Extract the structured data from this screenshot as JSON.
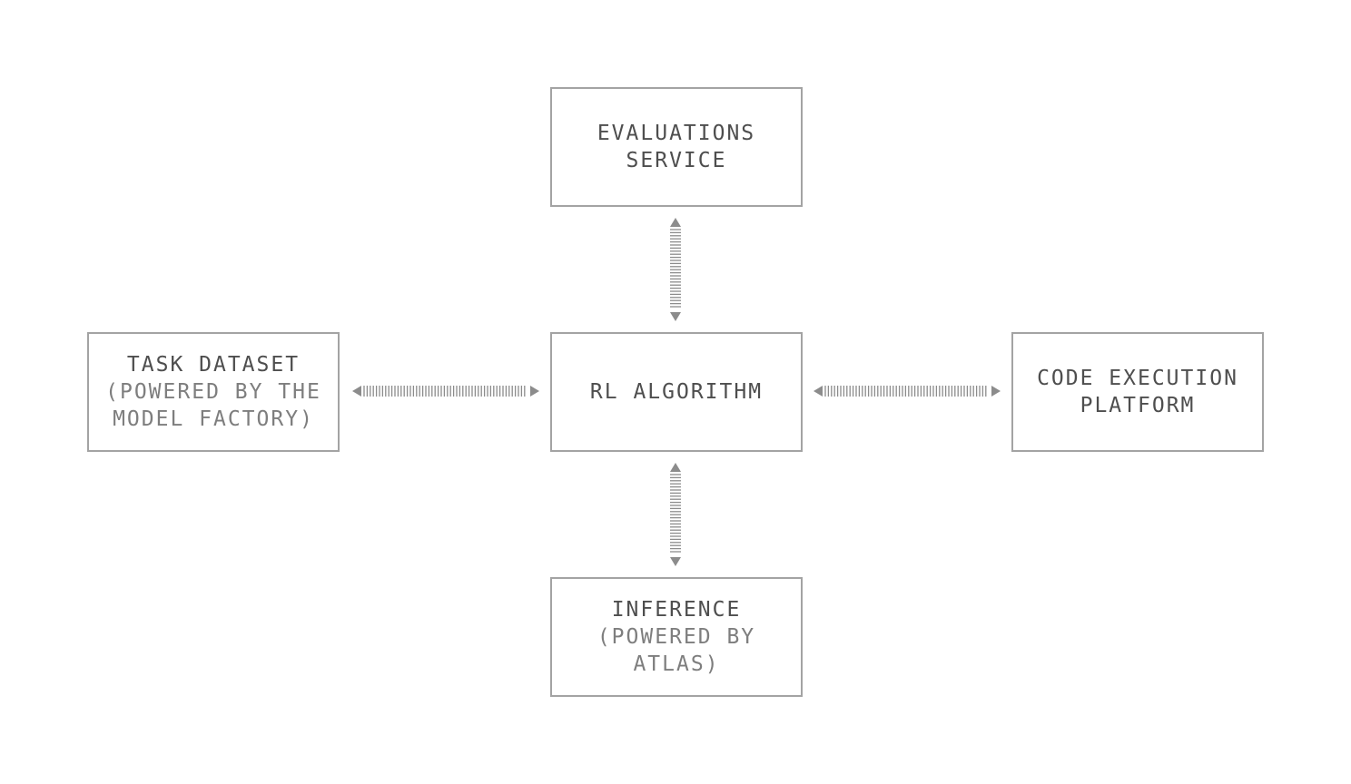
{
  "nodes": {
    "evaluations": {
      "title_lines": [
        "EVALUATIONS",
        "SERVICE"
      ],
      "subtitle_lines": []
    },
    "rl_algorithm": {
      "title_lines": [
        "RL ALGORITHM"
      ],
      "subtitle_lines": []
    },
    "task_dataset": {
      "title_lines": [
        "TASK DATASET"
      ],
      "subtitle_lines": [
        "(POWERED BY THE",
        "MODEL FACTORY)"
      ]
    },
    "code_execution": {
      "title_lines": [
        "CODE EXECUTION",
        "PLATFORM"
      ],
      "subtitle_lines": []
    },
    "inference": {
      "title_lines": [
        "INFERENCE"
      ],
      "subtitle_lines": [
        "(POWERED BY",
        "ATLAS)"
      ]
    }
  },
  "connections": [
    {
      "from": "rl_algorithm",
      "to": "evaluations",
      "style": "bidirectional-hatched"
    },
    {
      "from": "rl_algorithm",
      "to": "inference",
      "style": "bidirectional-hatched"
    },
    {
      "from": "rl_algorithm",
      "to": "task_dataset",
      "style": "bidirectional-hatched"
    },
    {
      "from": "rl_algorithm",
      "to": "code_execution",
      "style": "bidirectional-hatched"
    }
  ],
  "colors": {
    "border": "#a3a3a3",
    "title_text": "#4e4e4e",
    "subtitle_text": "#7e7e7e",
    "connector": "#8c8c8c",
    "background": "#ffffff"
  }
}
